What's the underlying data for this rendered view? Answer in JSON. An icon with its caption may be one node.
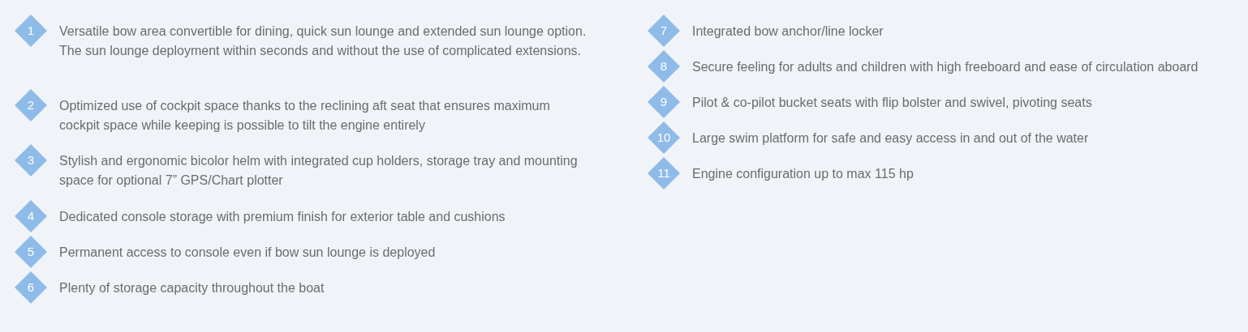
{
  "diagram": {
    "nodes": [
      {
        "text": [
          "1"
        ],
        "beside": [
          "Versatile bow area convertible for dining, quick sun lounge and extended sun lounge option. The sun lounge deployment within seconds and without the use of complicated extensions."
        ]
      },
      {
        "text": [
          "2"
        ],
        "beside": [
          "Optimized use of cockpit space thanks to the reclining aft seat that ensures maximum cockpit space while keeping is possible to tilt the engine entirely"
        ]
      },
      {
        "text": [
          "3"
        ],
        "beside": [
          "Stylish and ergonomic bicolor helm with integrated cup holders, storage tray and mounting space for optional 7” GPS/Chart plotter"
        ]
      },
      {
        "text": [
          "4"
        ],
        "beside": [
          "Dedicated console storage with premium finish for exterior table and cushions"
        ]
      },
      {
        "text": [
          "5"
        ],
        "beside": [
          "Permanent access to console even if bow sun lounge is deployed"
        ]
      },
      {
        "text": [
          "6"
        ],
        "beside": [
          "Plenty of storage capacity throughout the boat"
        ]
      },
      {
        "text": [
          "7"
        ],
        "beside": [
          "Integrated bow anchor/line locker"
        ]
      },
      {
        "text": [
          "8"
        ],
        "beside": [
          "Secure feeling for adults and children with high freeboard and ease of circulation aboard"
        ]
      },
      {
        "text": [
          "9"
        ],
        "beside": [
          "Pilot & co-pilot bucket seats with flip bolster and swivel, pivoting seats"
        ]
      },
      {
        "text": [
          "10"
        ],
        "beside": [
          "Large swim platform for safe and easy access in and out of the water"
        ]
      },
      {
        "text": [
          "11"
        ],
        "beside": [
          "Engine configuration up to max 115 hp"
        ]
      }
    ]
  }
}
